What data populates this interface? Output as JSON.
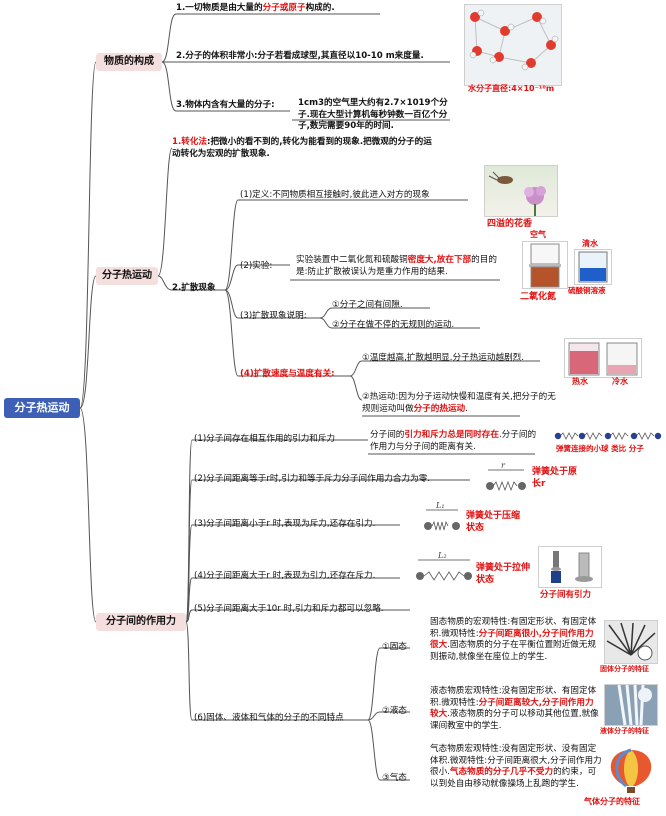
{
  "root": {
    "label": "分子热运动"
  },
  "categories": [
    {
      "label": "物质的构成"
    },
    {
      "label": "分子热运动"
    },
    {
      "label": "分子间的作用力"
    }
  ],
  "structure": {
    "item1": {
      "pre": "1.一切物质是由大量的",
      "red": "分子或原子",
      "post": "构成的."
    },
    "item2": {
      "text": "2.分子的体积非常小:分子若看成球型,其直径以10-10 m来度量."
    },
    "item3": {
      "label": "3.物体内含有大量的分子:",
      "detail": "1cm3的空气里大约有2.7×1019个分子.现在大型计算机每秒钟数一百亿个分子,数完需要90年的时间."
    },
    "pic_caption": "水分子直径:4×10⁻¹⁰m"
  },
  "motion": {
    "method": {
      "red": "1.转化法",
      "text": ":把微小的看不到的,转化为能看到的现象.把微观的分子的运动转化为宏观的扩散现象."
    },
    "diffusion_label": "2.扩散现象",
    "definition": "(1)定义:不同物质相互接触时,彼此进入对方的现象",
    "def_caption": "四溢的花香",
    "experiment_label": "(2)实验:",
    "experiment": {
      "pre": "实验装置中二氧化氮和硫酸铜",
      "red": "密度大,放在下部",
      "post": "的目的是:防止扩散被误认为是重力作用的结果."
    },
    "exp_captions": {
      "air": "空气",
      "no2": "二氧化氮",
      "water": "清水",
      "cuso4": "硫酸铜溶液"
    },
    "explain_label": "(3)扩散现象说明:",
    "explain": [
      "①分子之间有间隙.",
      "②分子在做不停的无规则的运动."
    ],
    "temp_label": "(4)扩散速度与温度有关:",
    "temp1": "①温度越高,扩散越明显.分子热运动越剧烈.",
    "temp2": {
      "pre": "②热运动:因为分子运动快慢和温度有关,把分子的无规则运动叫做",
      "red": "分子的热运动",
      "post": "."
    },
    "temp_captions": {
      "hot": "热水",
      "cold": "冷水"
    }
  },
  "force": {
    "p1_label": "(1)分子间存在相互作用的引力和斥力",
    "p1_detail": {
      "pre": "分子间的",
      "red": "引力和斥力总是同时存在",
      "post": ".分子间的作用力与分子间的距离有关."
    },
    "p1_caption": "弹簧连接的小球   类比   分子",
    "p2_label": "(2)分子间距离等于r时,引力和等于斥力分子间作用力合力为零.",
    "p2_caption": "弹簧处于原长r",
    "p3_label": "(3)分子间距离小于r 时,表现为斥力,还存在引力.",
    "p3_caption": "弹簧处于压缩状态",
    "p4_label": "(4)分子间距离大于r 时,表现为引力,还存在斥力.",
    "p4_caption": "弹簧处于拉伸状态",
    "p4_pic_caption": "分子间有引力",
    "p5_label": "(5)分子间距离大于10r 时,引力和斥力都可以忽略.",
    "p6_label": "(6)固体、液体和气体的分子的不同特点",
    "solid": {
      "label": "①固态",
      "pre": "固态物质的宏观特性:有固定形状、有固定体积.微观特性:",
      "red": "分子间距离很小,分子间作用力很大",
      "post": ".固态物质的分子在平衡位置附近做无规则振动,就像坐在座位上的学生.",
      "caption": "固体分子的特征"
    },
    "liquid": {
      "label": "②液态",
      "pre": "液态物质宏观特性:没有固定形状、有固定体积.微观特性:",
      "red": "分子间距离较大,分子间作用力较大",
      "post": ".液态物质的分子可以移动其他位置,就像课间教室中的学生.",
      "caption": "液体分子的特征"
    },
    "gas": {
      "label": "③气态",
      "pre": "气态物质宏观特性:没有固定形状、没有固定体积.微观特性:分子间距离很大,分子间作用力很小.",
      "red": "气态物质的分子几乎不受力",
      "post": "的约束，可以到处自由移动就像操场上乱跑的学生.",
      "caption": "气体分子的特征"
    }
  },
  "colors": {
    "root_bg": "#3d5fb5",
    "category_bg": "#f4dede",
    "highlight": "#e01010",
    "line": "#555555"
  }
}
